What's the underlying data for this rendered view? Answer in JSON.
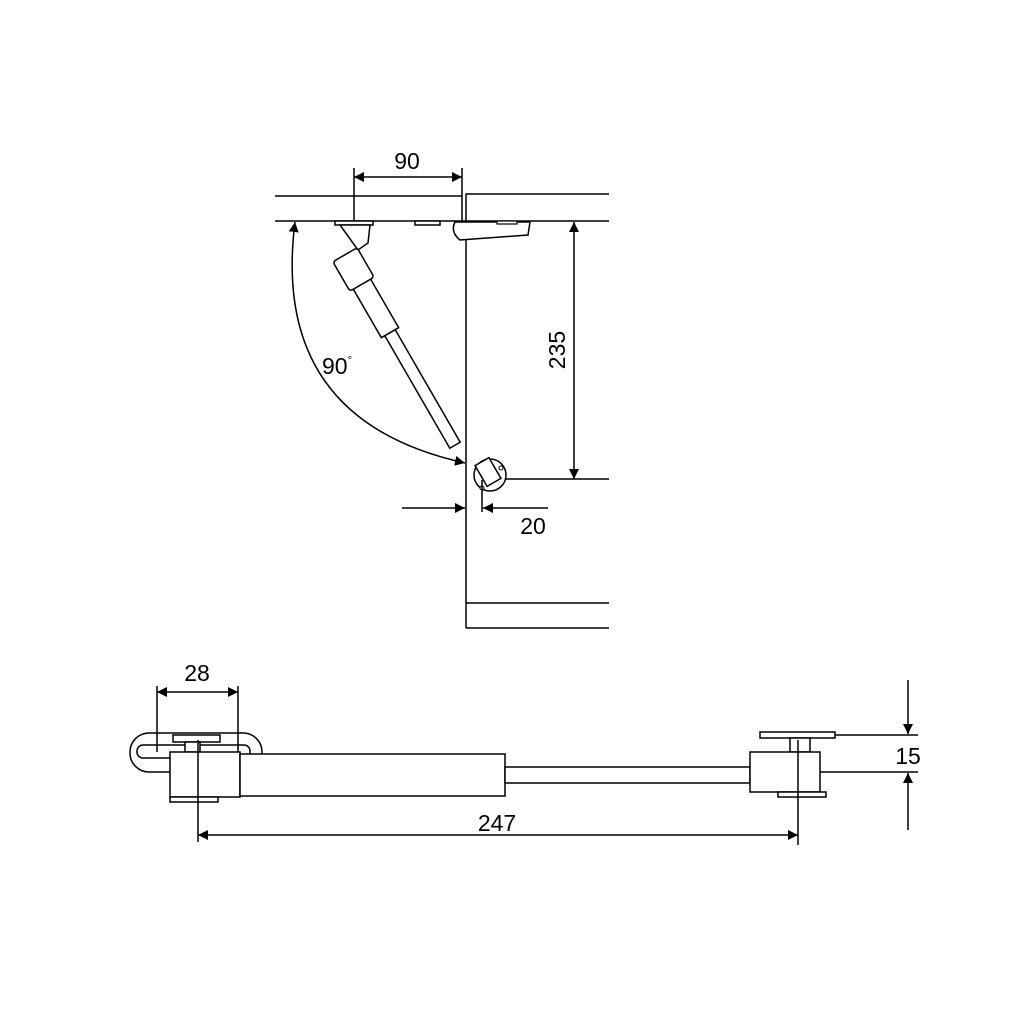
{
  "top_view": {
    "dim_offset": "90",
    "dim_height": "235",
    "dim_angle": "90",
    "angle_unit": "°",
    "dim_gap": "20"
  },
  "side_view": {
    "dim_bracket": "28",
    "dim_length": "247",
    "dim_plate": "15"
  },
  "colors": {
    "line": "#000000",
    "background": "#ffffff"
  }
}
